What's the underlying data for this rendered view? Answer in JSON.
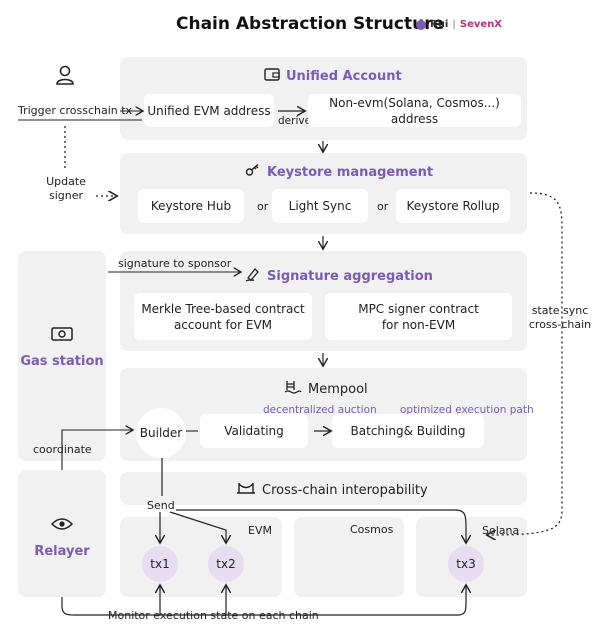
{
  "title": "Chain Abstraction Structure",
  "brand": {
    "rui": "Rui",
    "separator": "|",
    "sevenx": "SevenX"
  },
  "user": {
    "trigger": "Trigger crosschain tx",
    "update": "Update\nsigner"
  },
  "unified": {
    "heading": "Unified Account",
    "evm": "Unified EVM address",
    "derive": "derive",
    "nonevm": "Non-evm(Solana, Cosmos...) address"
  },
  "keystore": {
    "heading": "Keystore management",
    "hub": "Keystore Hub",
    "or1": "or",
    "light": "Light Sync",
    "or2": "or",
    "rollup": "Keystore Rollup"
  },
  "signature": {
    "to_sponsor": "signature to sponsor",
    "heading": "Signature aggregation",
    "merkle": "Merkle Tree-based contract\naccount for EVM",
    "mpc": "MPC signer contract\nfor non-EVM"
  },
  "gas": {
    "label": "Gas station"
  },
  "state_sync": "state sync\ncross-chain",
  "mempool": {
    "heading": "Mempool",
    "auction": "decentralized auction",
    "optimized": "optimized execution path",
    "coordinate": "coordinate",
    "builder": "Builder",
    "validating": "Validating",
    "batching": "Batching& Building"
  },
  "relayer": {
    "label": "Relayer"
  },
  "interop": {
    "heading": "Cross-chain interopability",
    "send": "Send"
  },
  "chains": {
    "evm": "EVM",
    "cosmos": "Cosmos",
    "solana": "Solana"
  },
  "txs": {
    "tx1": "tx1",
    "tx2": "tx2",
    "tx3": "tx3"
  },
  "monitor": "Monitor execution state on each chain",
  "colors": {
    "accent": "#7a5cb8",
    "panel": "#f1f1f1",
    "tx_fill": "#e6ddf3"
  }
}
